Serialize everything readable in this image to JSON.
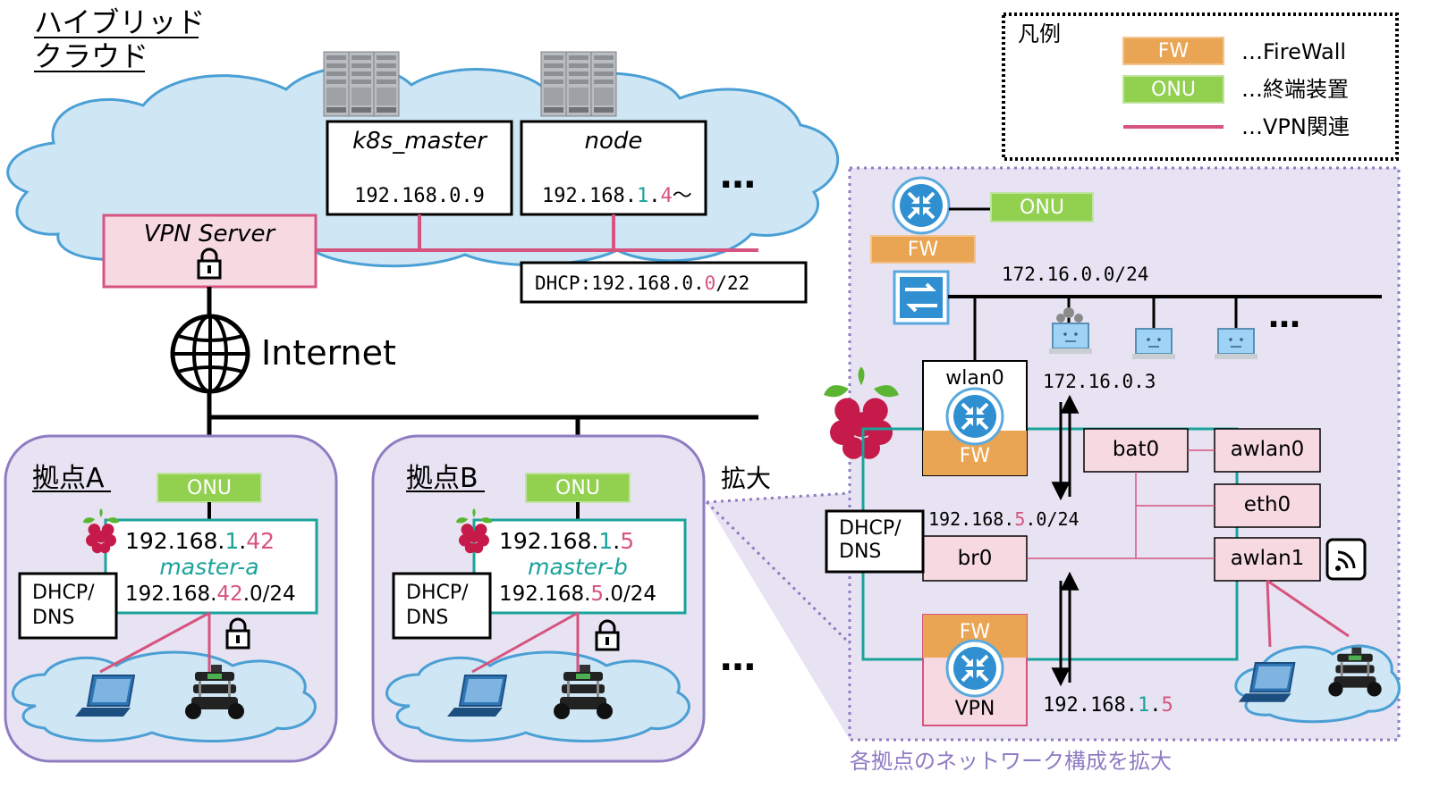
{
  "title_line1": "ハイブリッド",
  "title_line2": "クラウド",
  "legend": {
    "title": "凡例",
    "items": [
      {
        "tag": "FW",
        "desc": "…FireWall",
        "color": "#e9a553"
      },
      {
        "tag": "ONU",
        "desc": "…終端装置",
        "color": "#92d050"
      },
      {
        "tag": "",
        "desc": "…VPN関連",
        "color": "#d6547f"
      }
    ]
  },
  "cloud": {
    "k8s_master": "k8s_master",
    "k8s_ip": "192.168.0.9",
    "node": "node",
    "node_ip_a": "192.168.",
    "node_ip_b": "1",
    "node_ip_c": ".",
    "node_ip_d": "4",
    "node_ip_e": "〜",
    "more": "…",
    "vpn_server": "VPN Server",
    "dhcp_a": "DHCP:192.168.0.",
    "dhcp_b": "0",
    "dhcp_c": "/22"
  },
  "internet": "Internet",
  "site_a": {
    "title": "拠点A",
    "onu": "ONU",
    "ip_a": "192.168.",
    "ip_b": "1",
    "ip_c": ".",
    "ip_d": "42",
    "name": "master-a",
    "net_a": "192.168.",
    "net_b": "42",
    "net_c": ".0/24",
    "dhcp1": "DHCP/",
    "dhcp2": "DNS"
  },
  "site_b": {
    "title": "拠点B",
    "onu": "ONU",
    "ip_a": "192.168.",
    "ip_b": "1",
    "ip_c": ".",
    "ip_d": "5",
    "name": "master-b",
    "net_a": "192.168.",
    "net_b": "5",
    "net_c": ".0/24",
    "dhcp1": "DHCP/",
    "dhcp2": "DNS"
  },
  "more_sites": "…",
  "zoom_label": "拡大",
  "detail": {
    "onu": "ONU",
    "fw_top": "FW",
    "subnet": "172.16.0.0/24",
    "more": "…",
    "host_ip": "172.16.0.3",
    "wlan0": "wlan0",
    "fw_mid": "FW",
    "bat0": "bat0",
    "awlan0": "awlan0",
    "eth0": "eth0",
    "awlan1": "awlan1",
    "br0": "br0",
    "dhcp1": "DHCP/",
    "dhcp2": "DNS",
    "net_a": "192.168.",
    "net_b": "5",
    "net_c": ".0/24",
    "fw_bottom": "FW",
    "vpn": "VPN",
    "vpn_ip_a": "192.168.",
    "vpn_ip_b": "1",
    "vpn_ip_c": ".",
    "vpn_ip_d": "5",
    "caption": "各拠点のネットワーク構成を拡大"
  },
  "colors": {
    "teal": "#1aa39a",
    "pink": "#d6547f",
    "pink_fill": "#f6d9e1",
    "onu": "#92d050",
    "fw": "#e9a553",
    "purple": "#8e7cc3",
    "lavender": "#e8e3f2",
    "cloud": "#cfe6f5",
    "cloud_stroke": "#4a9fd4"
  }
}
